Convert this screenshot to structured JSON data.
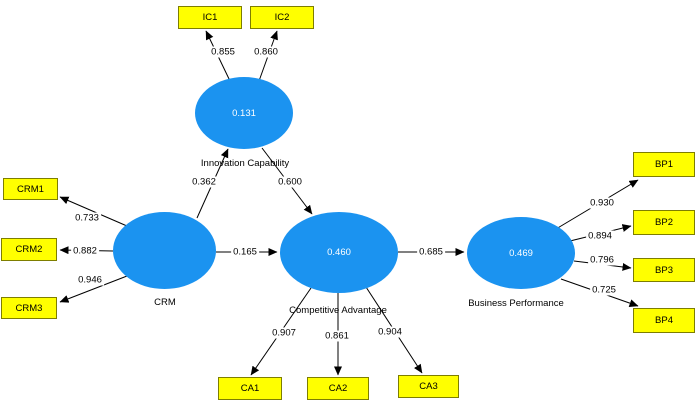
{
  "diagram": {
    "type": "pls-sem-path-model",
    "colors": {
      "latent_fill": "#1b93f0",
      "indicator_fill": "#ffff00",
      "indicator_border": "#7e7e00",
      "arrow": "#000000",
      "latent_value_text": "#ffffff",
      "label_text": "#000000"
    },
    "latents": {
      "crm": {
        "label": "CRM",
        "value": ""
      },
      "ic": {
        "label": "Innovation Capability",
        "value": "0.131"
      },
      "ca": {
        "label": "Competitive Advantage",
        "value": "0.460"
      },
      "bp": {
        "label": "Business Performance",
        "value": "0.469"
      }
    },
    "indicators": {
      "crm1": {
        "label": "CRM1",
        "loading": "0.733"
      },
      "crm2": {
        "label": "CRM2",
        "loading": "0.882"
      },
      "crm3": {
        "label": "CRM3",
        "loading": "0.946"
      },
      "ic1": {
        "label": "IC1",
        "loading": "0.855"
      },
      "ic2": {
        "label": "IC2",
        "loading": "0.860"
      },
      "ca1": {
        "label": "CA1",
        "loading": "0.907"
      },
      "ca2": {
        "label": "CA2",
        "loading": "0.861"
      },
      "ca3": {
        "label": "CA3",
        "loading": "0.904"
      },
      "bp1": {
        "label": "BP1",
        "loading": "0.930"
      },
      "bp2": {
        "label": "BP2",
        "loading": "0.894"
      },
      "bp3": {
        "label": "BP3",
        "loading": "0.796"
      },
      "bp4": {
        "label": "BP4",
        "loading": "0.725"
      }
    },
    "paths": {
      "crm_ic": {
        "from": "CRM",
        "to": "Innovation Capability",
        "coef": "0.362"
      },
      "crm_ca": {
        "from": "CRM",
        "to": "Competitive Advantage",
        "coef": "0.165"
      },
      "ic_ca": {
        "from": "Innovation Capability",
        "to": "Competitive Advantage",
        "coef": "0.600"
      },
      "ca_bp": {
        "from": "Competitive Advantage",
        "to": "Business Performance",
        "coef": "0.685"
      }
    }
  }
}
